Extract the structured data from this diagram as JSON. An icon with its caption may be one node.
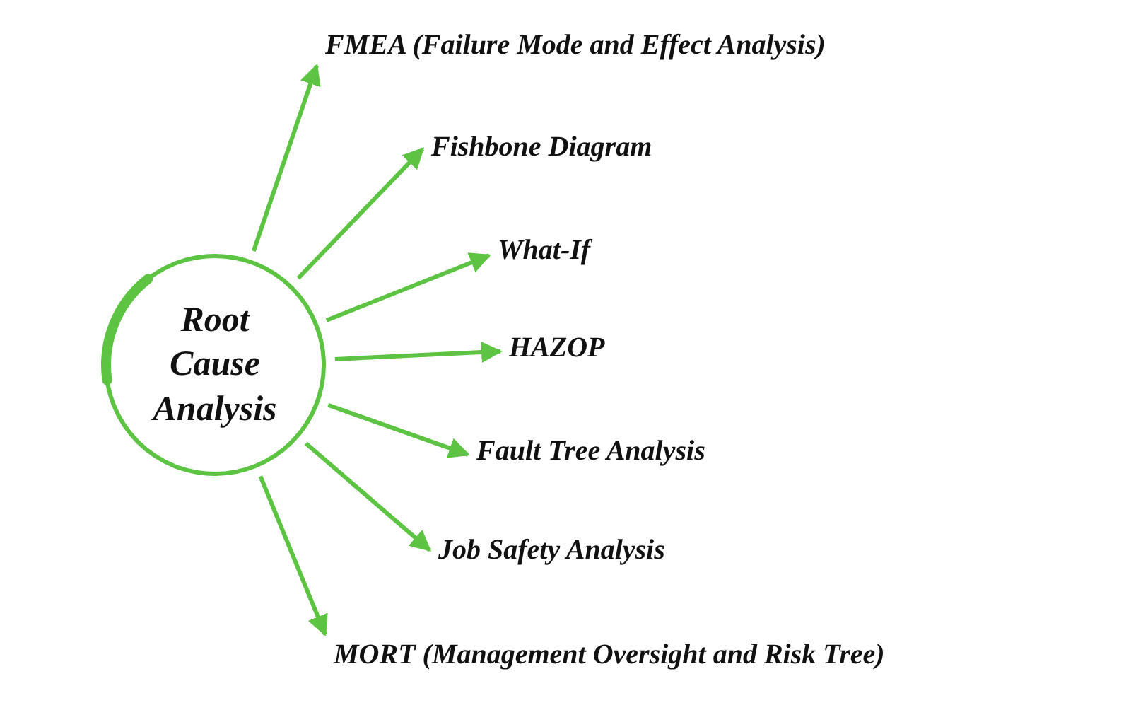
{
  "diagram": {
    "nodes": [
      {
        "text": [
          "Root Cause Analysis"
        ]
      },
      {
        "text": [
          "FMEA (Failure Mode and Effect Analysis)"
        ]
      },
      {
        "text": [
          "Fishbone Diagram"
        ]
      },
      {
        "text": [
          "What-If"
        ]
      },
      {
        "text": [
          "HAZOP"
        ]
      },
      {
        "text": [
          "Fault Tree Analysis"
        ]
      },
      {
        "text": [
          "Job Safety Analysis"
        ]
      },
      {
        "text": [
          "MORT (Management Oversight and Risk Tree)"
        ]
      }
    ],
    "edges": [
      {
        "from": 0,
        "to": 1,
        "arrow": "to"
      },
      {
        "from": 0,
        "to": 2,
        "arrow": "to"
      },
      {
        "from": 0,
        "to": 3,
        "arrow": "to"
      },
      {
        "from": 0,
        "to": 4,
        "arrow": "to"
      },
      {
        "from": 0,
        "to": 5,
        "arrow": "to"
      },
      {
        "from": 0,
        "to": 6,
        "arrow": "to"
      },
      {
        "from": 0,
        "to": 7,
        "arrow": "to"
      }
    ]
  }
}
